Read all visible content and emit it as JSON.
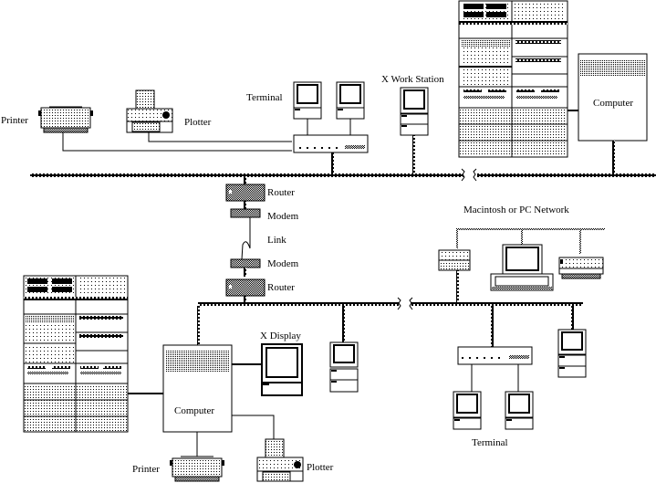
{
  "diagram": {
    "type": "network-topology",
    "style": "monochrome-bitmap",
    "colors": {
      "ink": "#000000",
      "paper": "#ffffff"
    }
  },
  "labels": {
    "printer_top": "Printer",
    "plotter_top": "Plotter",
    "terminal_top": "Terminal",
    "xws": "X Work Station",
    "computer_top": "Computer",
    "router_top": "Router",
    "modem_top": "Modem",
    "link": "Link",
    "modem_bottom": "Modem",
    "router_bottom": "Router",
    "mac_network": "Macintosh or PC Network",
    "computer_bottom": "Computer",
    "x_display": "X Display",
    "terminal_bottom": "Terminal",
    "printer_bottom": "Printer",
    "plotter_bottom": "Plotter"
  },
  "nodes": [
    {
      "id": "printer-top",
      "kind": "printer",
      "label": "Printer",
      "network": "top"
    },
    {
      "id": "plotter-top",
      "kind": "plotter",
      "label": "Plotter",
      "network": "top"
    },
    {
      "id": "terminal-top-1",
      "kind": "terminal",
      "label": "Terminal",
      "network": "top"
    },
    {
      "id": "terminal-top-2",
      "kind": "terminal",
      "label": "Terminal",
      "network": "top"
    },
    {
      "id": "hub-top",
      "kind": "terminal-server",
      "network": "top"
    },
    {
      "id": "xws",
      "kind": "workstation",
      "label": "X Work Station",
      "network": "top"
    },
    {
      "id": "rack-top",
      "kind": "equipment-rack",
      "network": "top"
    },
    {
      "id": "computer-top",
      "kind": "computer",
      "label": "Computer",
      "network": "top"
    },
    {
      "id": "router-top",
      "kind": "router",
      "label": "Router"
    },
    {
      "id": "modem-top",
      "kind": "modem",
      "label": "Modem"
    },
    {
      "id": "modem-bottom",
      "kind": "modem",
      "label": "Modem"
    },
    {
      "id": "router-bottom",
      "kind": "router",
      "label": "Router"
    },
    {
      "id": "mac-gateway",
      "kind": "gateway",
      "network": "bottom"
    },
    {
      "id": "mac-pc",
      "kind": "personal-computer",
      "network": "mac"
    },
    {
      "id": "mac-printer",
      "kind": "printer",
      "network": "mac"
    },
    {
      "id": "rack-bottom",
      "kind": "equipment-rack",
      "network": "bottom"
    },
    {
      "id": "computer-bottom",
      "kind": "computer",
      "label": "Computer",
      "network": "bottom"
    },
    {
      "id": "x-display",
      "kind": "display",
      "label": "X Display",
      "network": "bottom"
    },
    {
      "id": "ws-bottom",
      "kind": "workstation",
      "network": "bottom"
    },
    {
      "id": "hub-bottom",
      "kind": "terminal-server",
      "network": "bottom"
    },
    {
      "id": "terminal-bottom-1",
      "kind": "terminal",
      "label": "Terminal",
      "network": "bottom"
    },
    {
      "id": "terminal-bottom-2",
      "kind": "terminal",
      "label": "Terminal",
      "network": "bottom"
    },
    {
      "id": "ws-right",
      "kind": "workstation",
      "network": "bottom"
    },
    {
      "id": "printer-bottom",
      "kind": "printer",
      "label": "Printer",
      "network": "bottom"
    },
    {
      "id": "plotter-bottom",
      "kind": "plotter",
      "label": "Plotter",
      "network": "bottom"
    }
  ],
  "links": [
    {
      "from": "router-top",
      "to": "modem-top",
      "medium": "serial"
    },
    {
      "from": "modem-top",
      "to": "modem-bottom",
      "medium": "link"
    },
    {
      "from": "modem-bottom",
      "to": "router-bottom",
      "medium": "serial"
    },
    {
      "from": "router-top",
      "to": "top-backbone",
      "medium": "ethernet"
    },
    {
      "from": "router-bottom",
      "to": "bottom-backbone",
      "medium": "ethernet"
    }
  ]
}
